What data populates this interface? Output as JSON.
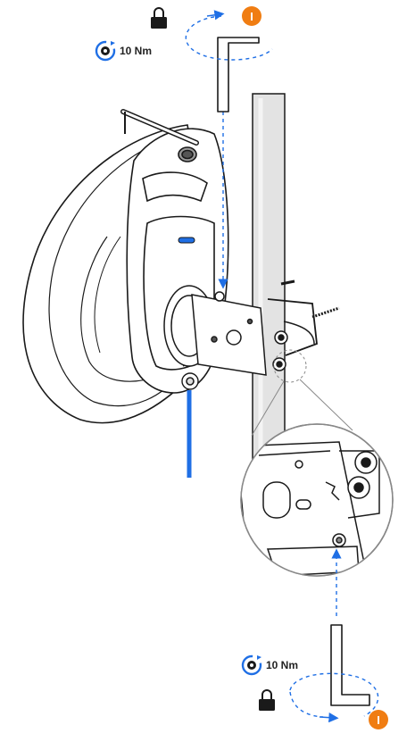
{
  "top_callout": {
    "torque": "10 Nm",
    "step_marker": "I",
    "icons": [
      "lock-icon",
      "torque-rotate-icon"
    ]
  },
  "bottom_callout": {
    "torque": "10 Nm",
    "step_marker": "I",
    "icons": [
      "lock-icon",
      "torque-rotate-icon"
    ]
  },
  "colors": {
    "accent_blue": "#1f6fe5",
    "step_orange": "#f07d12",
    "pole_gray": "#e3e3e3",
    "line_dark": "#1a1a1a"
  }
}
